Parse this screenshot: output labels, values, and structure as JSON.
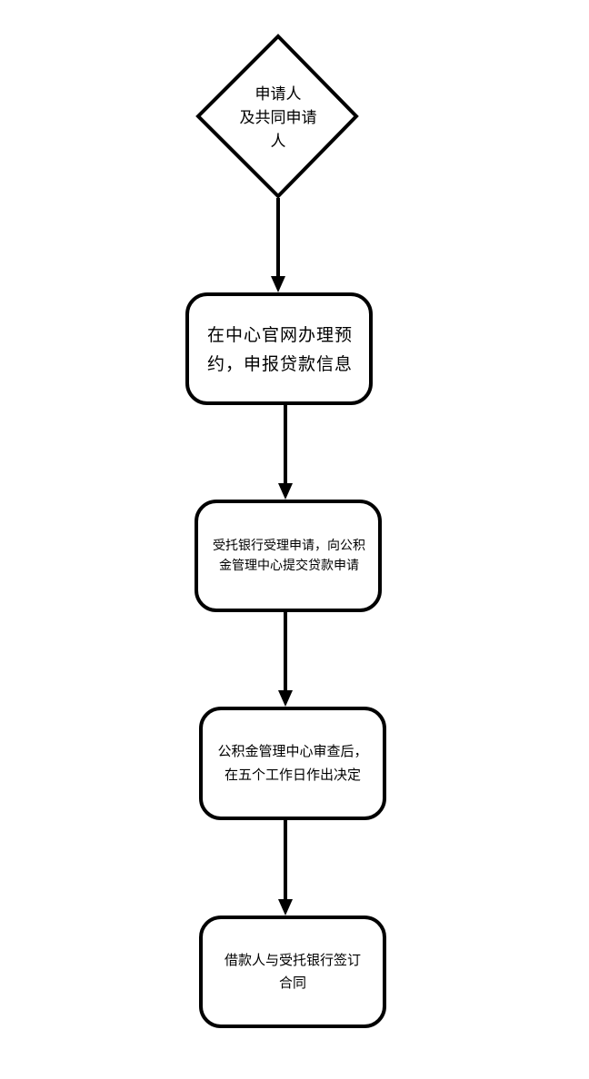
{
  "diagram": {
    "start": {
      "lines": [
        "申请人",
        "及共同申请",
        "人"
      ]
    },
    "steps": [
      {
        "lines": [
          "在中心官网办理预",
          "约，申报贷款信息"
        ]
      },
      {
        "lines": [
          "受托银行受理申请，向公积",
          "金管理中心提交贷款申请"
        ]
      },
      {
        "lines": [
          "公积金管理中心审查后，",
          "在五个工作日作出决定"
        ]
      },
      {
        "lines": [
          "借款人与受托银行签订",
          "合同"
        ]
      }
    ],
    "colors": {
      "stroke": "#000000",
      "background": "#ffffff"
    }
  }
}
